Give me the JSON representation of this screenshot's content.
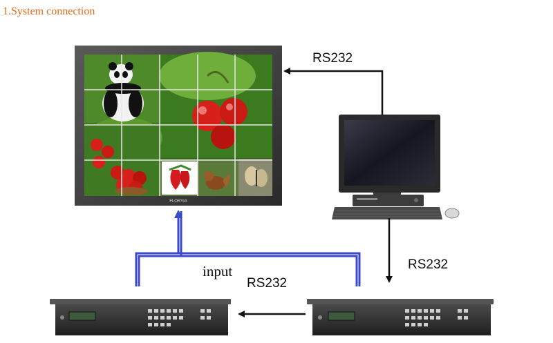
{
  "heading": "1.System connection",
  "labels": {
    "rs232_top": "RS232",
    "rs232_right": "RS232",
    "rs232_middle": "RS232",
    "input": "input"
  },
  "video_wall": {
    "brand_text": "FLORYIA",
    "tiles": [
      "panda",
      "green-leaves",
      "cherries",
      "cherries",
      "cherries",
      "flowers",
      "strawberries",
      "squirrel",
      "butterfly"
    ]
  },
  "colors": {
    "heading": "#e06a1c",
    "input_line": "#3b49c8",
    "arrow": "#111111",
    "device_body": "#262626"
  }
}
